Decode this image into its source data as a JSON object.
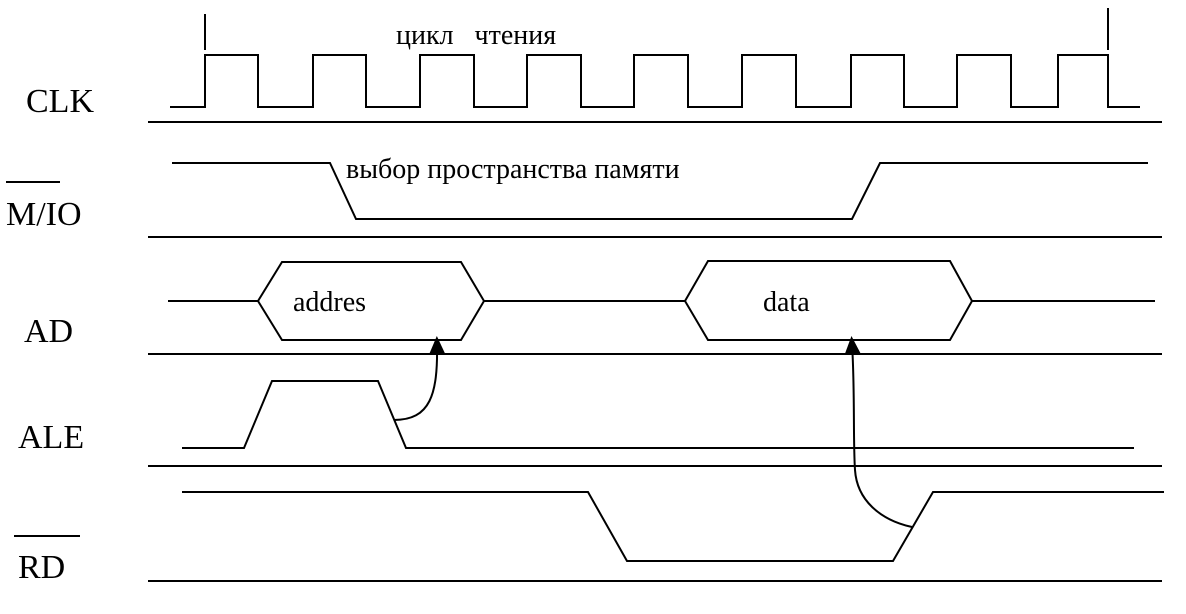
{
  "signals": {
    "clk": "CLK",
    "mio": "M/IO",
    "ad": "AD",
    "ale": "ALE",
    "rd": "RD"
  },
  "annotations": {
    "read_cycle": "цикл   чтения",
    "memory_select": "выбор пространства памяти",
    "address": "addres",
    "data": "data"
  }
}
